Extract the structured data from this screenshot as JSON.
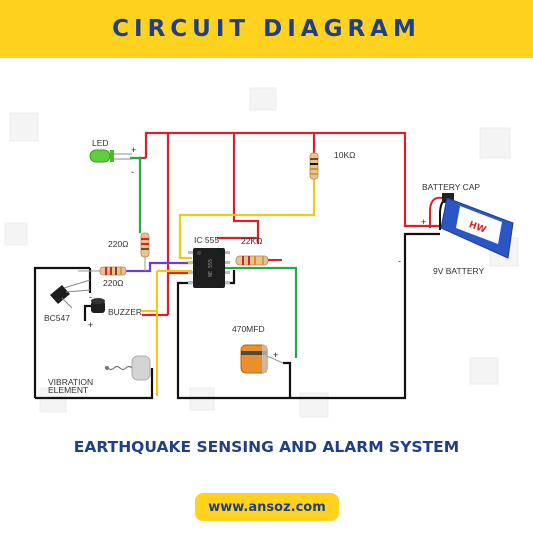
{
  "header": {
    "title": "CIRCUIT DIAGRAM"
  },
  "labels": {
    "led": "LED",
    "r_10k": "10KΩ",
    "battery_cap": "BATTERY CAP",
    "r_220_a": "220Ω",
    "ic": "IC 555",
    "r_22k": "22KΩ",
    "r_220_b": "220Ω",
    "bc547": "BC547",
    "buzzer": "BUZZER",
    "cap": "470MFD",
    "battery": "9V BATTERY",
    "vib1": "VIBRATION",
    "vib2": "ELEMENT",
    "ic_text": "NE 555"
  },
  "polarity": {
    "plus": "+",
    "minus": "-"
  },
  "battery_brand": "HW",
  "footer": {
    "title": "EARTHQUAKE SENSING AND ALARM SYSTEM",
    "url": "www.ansoz.com"
  },
  "colors": {
    "accent": "#ffd21f",
    "title": "#1f3f8a",
    "wire_red": "#d7222a",
    "wire_yellow": "#f2c81b",
    "wire_green": "#28a745",
    "wire_purple": "#6b3fd6",
    "wire_black": "#111111"
  }
}
